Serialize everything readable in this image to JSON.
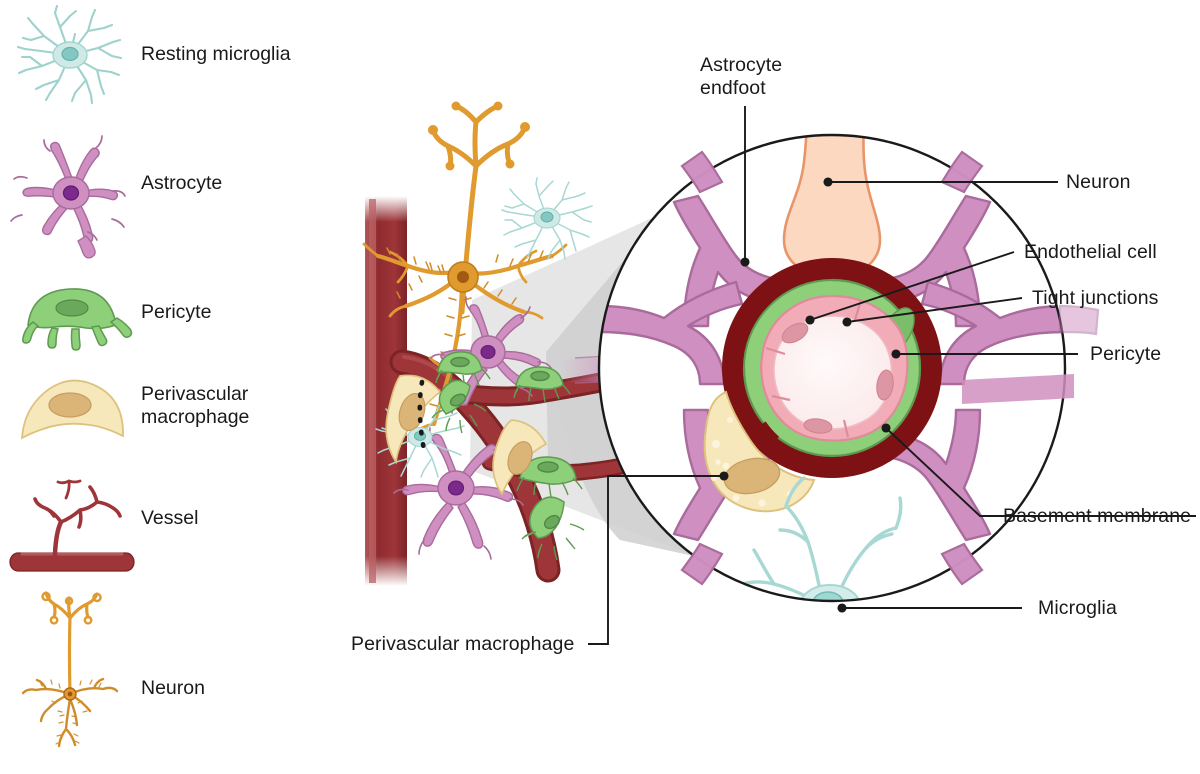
{
  "figure": {
    "kind": "scientific-illustration",
    "subject": "Neurovascular unit / blood-brain barrier",
    "background_color": "#ffffff"
  },
  "legend": {
    "name": "cell-type-legend",
    "items": [
      {
        "id": "resting-microglia",
        "label": "Resting microglia",
        "icon": "microglia-icon",
        "color": "#a8d8d4",
        "nucleus_color": "#5fb3ac"
      },
      {
        "id": "astrocyte",
        "label": "Astrocyte",
        "icon": "astrocyte-icon",
        "color": "#cf8fc0",
        "nucleus_color": "#7b2a8c"
      },
      {
        "id": "pericyte",
        "label": "Pericyte",
        "icon": "pericyte-icon",
        "color": "#8ed07a",
        "nucleus_color": "#6aa85c"
      },
      {
        "id": "perivascular-macrophage",
        "label": "Perivascular\nmacrophage",
        "icon": "macrophage-icon",
        "color": "#f6e6b4",
        "nucleus_color": "#d6b36a"
      },
      {
        "id": "vessel",
        "label": "Vessel",
        "icon": "vessel-icon",
        "color": "#9e3539",
        "nucleus_color": "#7c2326"
      },
      {
        "id": "neuron",
        "label": "Neuron",
        "icon": "neuron-icon",
        "color": "#e09a2e",
        "nucleus_color": "#b5661a"
      }
    ]
  },
  "callouts": {
    "name": "label-callouts",
    "items": [
      {
        "id": "astrocyte-endfoot",
        "label": "Astrocyte\nendfoot",
        "align": "left"
      },
      {
        "id": "neuron",
        "label": "Neuron",
        "align": "left"
      },
      {
        "id": "endothelial-cell",
        "label": "Endothelial cell",
        "align": "left"
      },
      {
        "id": "tight-junctions",
        "label": "Tight junctions",
        "align": "left"
      },
      {
        "id": "pericyte",
        "label": "Pericyte",
        "align": "left"
      },
      {
        "id": "basement-membrane",
        "label": "Basement membrane",
        "align": "left"
      },
      {
        "id": "microglia",
        "label": "Microglia",
        "align": "left"
      },
      {
        "id": "perivascular-macrophage",
        "label": "Perivascular macrophage",
        "align": "right"
      }
    ]
  },
  "palette": {
    "astrocyte_fill": "#cf8fc0",
    "astrocyte_stroke": "#9b5f90",
    "astrocyte_nucleus": "#7b2a8c",
    "microglia_fill": "#d4ecea",
    "microglia_stroke": "#9ed2cd",
    "microglia_nucleus": "#78c3bb",
    "pericyte_fill": "#8ed07a",
    "pericyte_stroke": "#5f9a51",
    "pericyte_nucleus": "#6aa85c",
    "macrophage_fill": "#f7e8bc",
    "macrophage_stroke": "#ddc27e",
    "macrophage_nucleus": "#d8b173",
    "vessel_dark": "#8e2b2f",
    "vessel_mid": "#a8474a",
    "vessel_light": "#c46a6c",
    "neuron_fill": "#e09a2e",
    "neuron_stroke": "#c07c1e",
    "neuron_nucleus": "#b5661a",
    "basement_membrane": "#7e1114",
    "tight_junction_green": "#8ed07a",
    "endothelial_pink": "#f2acb8",
    "lumen": "#fdf1f1",
    "neuron_body_fill": "#fbd8bf",
    "neuron_body_stroke": "#e8956a",
    "wedge_gray": "#d2d2d2",
    "leader_line": "#1a1a1a",
    "circle_outline": "#1a1a1a"
  }
}
